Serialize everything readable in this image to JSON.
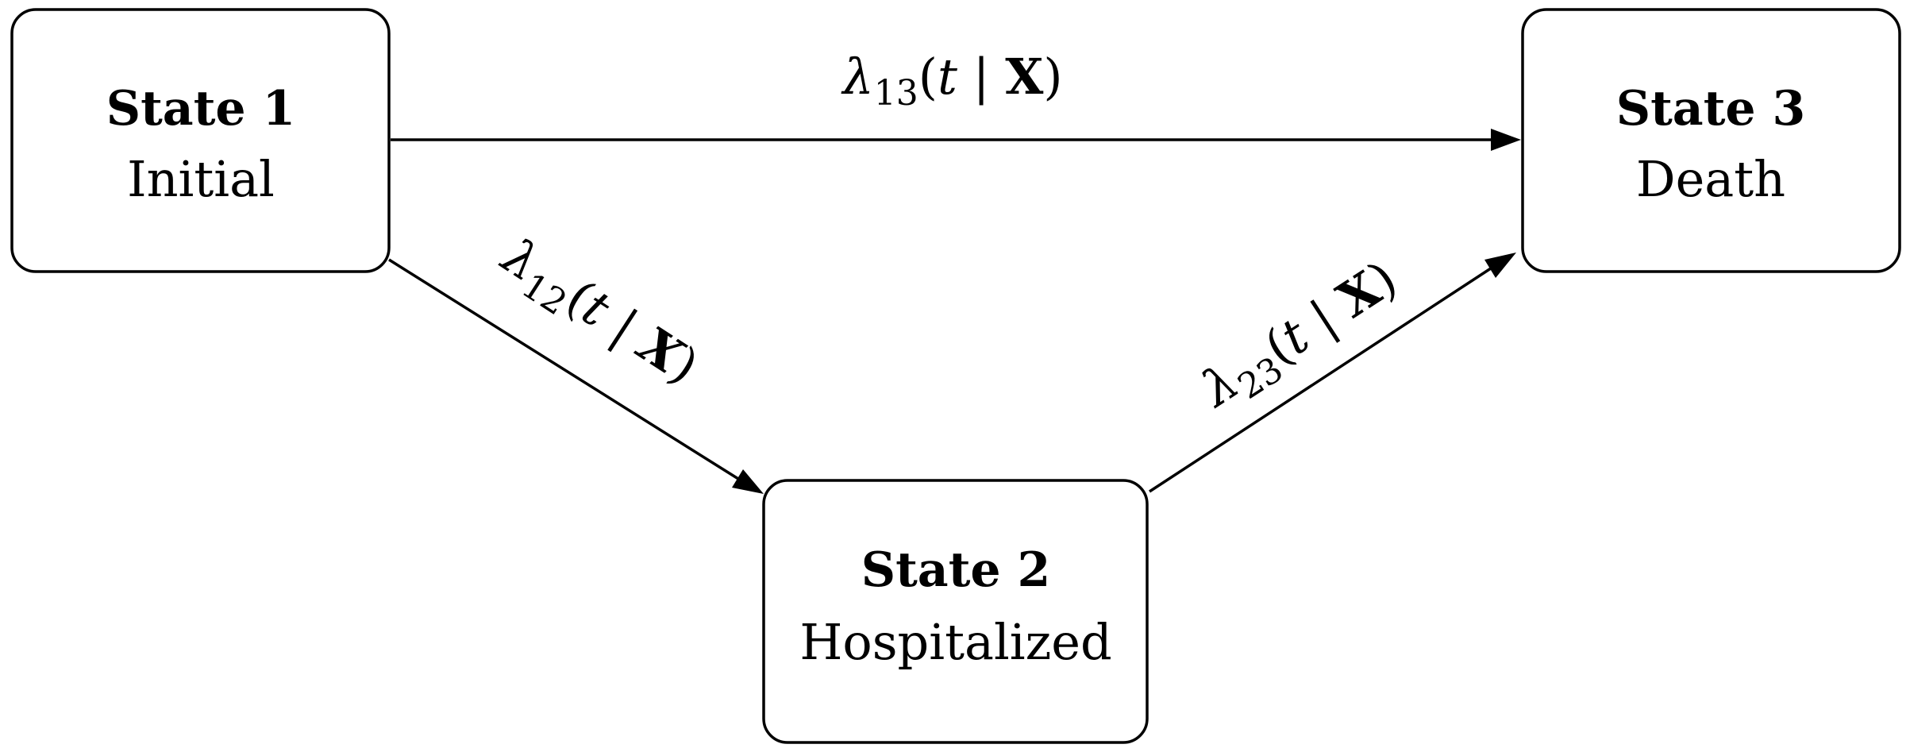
{
  "states": [
    {
      "id": "state-1",
      "title": "State 1",
      "name": "Initial"
    },
    {
      "id": "state-2",
      "title": "State 2",
      "name": "Hospitalized"
    },
    {
      "id": "state-3",
      "title": "State 3",
      "name": "Death"
    }
  ],
  "transitions": [
    {
      "id": "13",
      "from": "State 1",
      "to": "State 3",
      "symbol": "λ",
      "subscript": "13",
      "open": "(",
      "var": "t",
      "bar": " | ",
      "cond": "X",
      "close": ")"
    },
    {
      "id": "12",
      "from": "State 1",
      "to": "State 2",
      "symbol": "λ",
      "subscript": "12",
      "open": "(",
      "var": "t",
      "bar": " | ",
      "cond": "X",
      "close": ")"
    },
    {
      "id": "23",
      "from": "State 2",
      "to": "State 3",
      "symbol": "λ",
      "subscript": "23",
      "open": "(",
      "var": "t",
      "bar": " | ",
      "cond": "X",
      "close": ")"
    }
  ]
}
